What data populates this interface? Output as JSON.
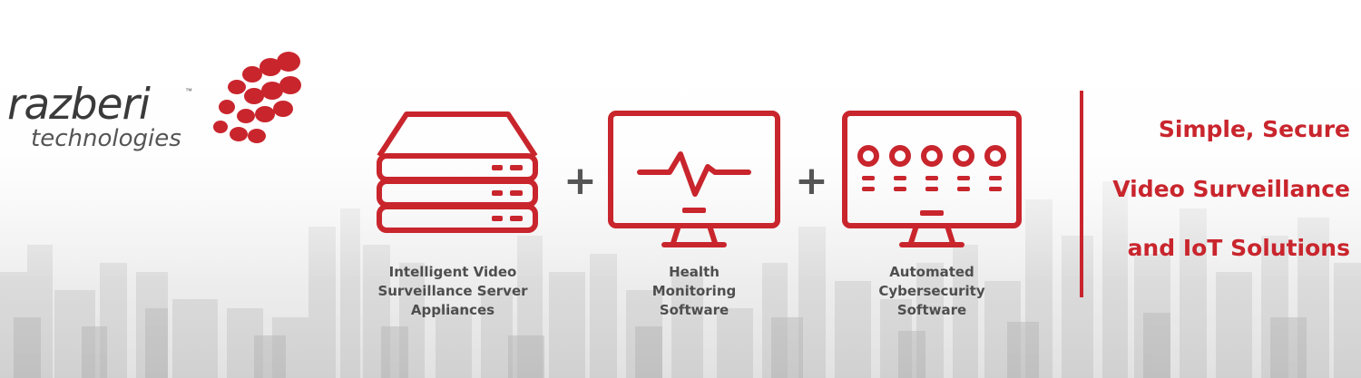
{
  "brand": {
    "name": "razberi",
    "trademark": "™",
    "subtitle": "technologies",
    "accent_color": "#c9252d"
  },
  "products": [
    {
      "icon": "server-stack-icon",
      "lines": [
        "Intelligent Video",
        "Surveillance Server",
        "Appliances"
      ]
    },
    {
      "icon": "health-monitor-icon",
      "lines": [
        "Health",
        "Monitoring",
        "Software"
      ]
    },
    {
      "icon": "cybersecurity-monitor-icon",
      "lines": [
        "Automated",
        "Cybersecurity",
        "Software"
      ]
    }
  ],
  "operators": [
    "+",
    "+"
  ],
  "tagline": [
    "Simple, Secure",
    "Video Surveillance",
    "and IoT Solutions"
  ]
}
